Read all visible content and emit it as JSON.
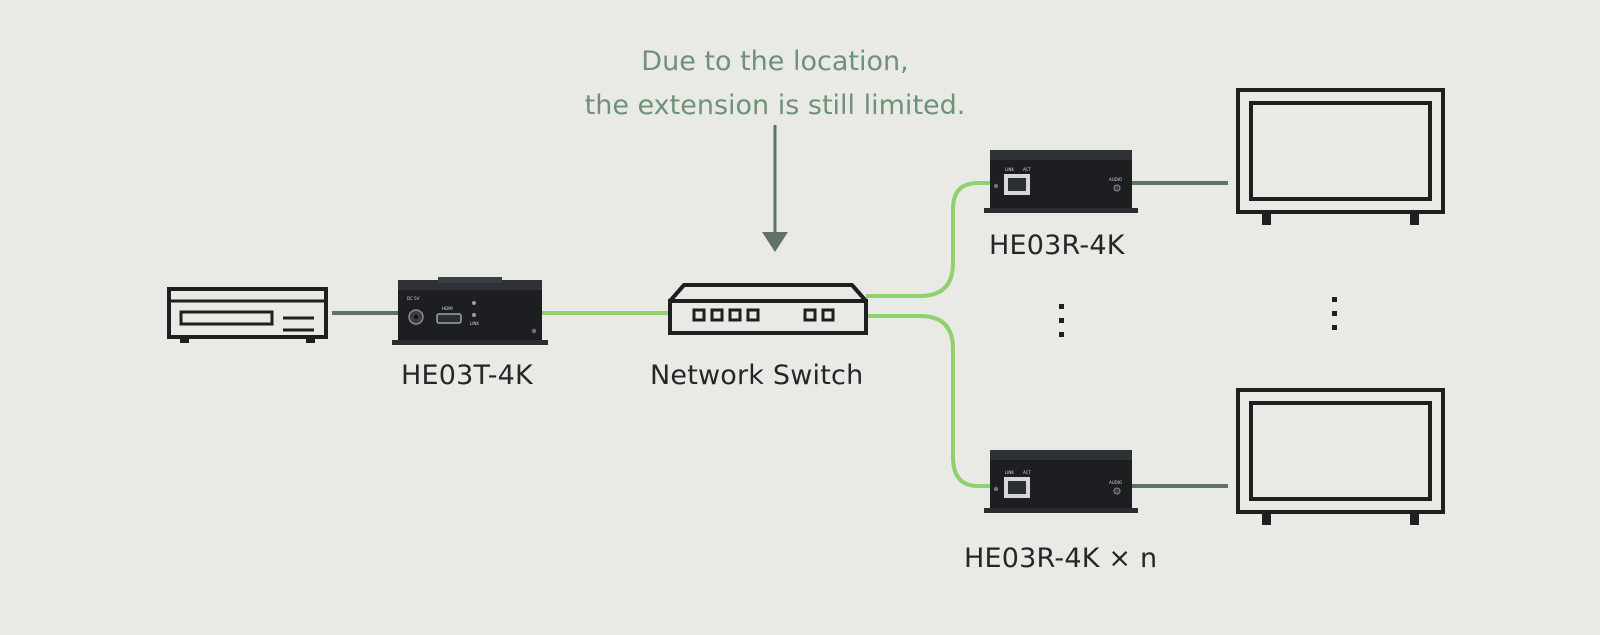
{
  "annotation": {
    "line1": "Due to the location,",
    "line2": "the extension is still limited.",
    "color": "#6f9178"
  },
  "labels": {
    "transmitter": "HE03T-4K",
    "switch": "Network Switch",
    "receiver_top": "HE03R-4K",
    "receiver_bottom": "HE03R-4K × n"
  },
  "transmitter_ports": {
    "dc": "DC 5V",
    "hdmi": "HDMI",
    "link": "LINK"
  },
  "receiver_ports": {
    "link": "LINK",
    "act": "ACT",
    "audio": "AUDIO"
  },
  "colors": {
    "background": "#e9eae6",
    "green_cable": "#8fd16e",
    "gray_cable": "#5e7366",
    "arrow": "#5e7366",
    "outline": "#1f1f1f",
    "device_body": "#1c1e21"
  }
}
